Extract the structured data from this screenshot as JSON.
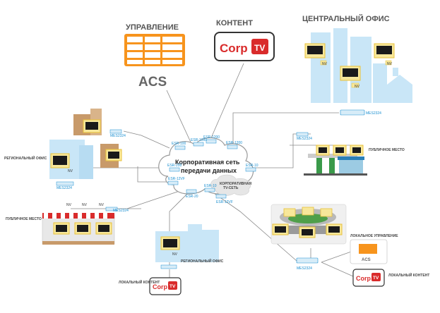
{
  "sections": {
    "management": "УПРАВЛЕНИЕ",
    "content": "КОНТЕНТ",
    "central_office": "ЦЕНТРАЛЬНЫЙ ОФИС",
    "regional_office_left": "РЕГИОНАЛЬНЫЙ ОФИС",
    "public_place_left": "ПУБЛИЧНОЕ МЕСТО",
    "public_place_right": "ПУБЛИЧНОЕ МЕСТО",
    "regional_office_bottom": "РЕГИОНАЛЬНЫЙ ОФИС",
    "local_content": "ЛОКАЛЬНЫЙ КОНТЕНТ",
    "local_management": "ЛОКАЛЬНОЕ УПРАВЛЕНИЕ",
    "local_content_right": "ЛОКАЛЬНЫЙ КОНТЕНТ"
  },
  "acs_label": "ACS",
  "logo": {
    "corp": "Corp",
    "tv": "TV"
  },
  "network": {
    "line1": "Корпоративная сеть",
    "line2": "передачи данных",
    "tv_line1": "КОРПОРАТИВНАЯ",
    "tv_line2": "TV-СЕТЬ"
  },
  "devices": {
    "esr1200_top": "ESR-1200",
    "esr1000": "ESR-1000",
    "esr1200_right": "ESR-1200",
    "esr100": "ESR-100",
    "esr200": "ESR-200",
    "esr10_right": "ESR-10",
    "esr12vf_left": "ESR-12VF",
    "esr20": "ESR-20",
    "esr10_bottom": "ESR-10",
    "esr12vf_bottom": "ESR-12VF",
    "mes2324_central": "MES2324",
    "mes2324_public": "MES2324",
    "mes2324_regional": "MES2324",
    "mes2324_left_office": "MES2324",
    "mes2324_stadium": "MES2324",
    "mes2324_bottom": "MES2324"
  },
  "nv": "NV",
  "colors": {
    "line": "#8a8a8a",
    "accent_blue": "#1a8fd1",
    "acs_orange": "#f7941d",
    "logo_red": "#d92b2b",
    "building": "#c9e6f7",
    "brown": "#c89a6a"
  }
}
